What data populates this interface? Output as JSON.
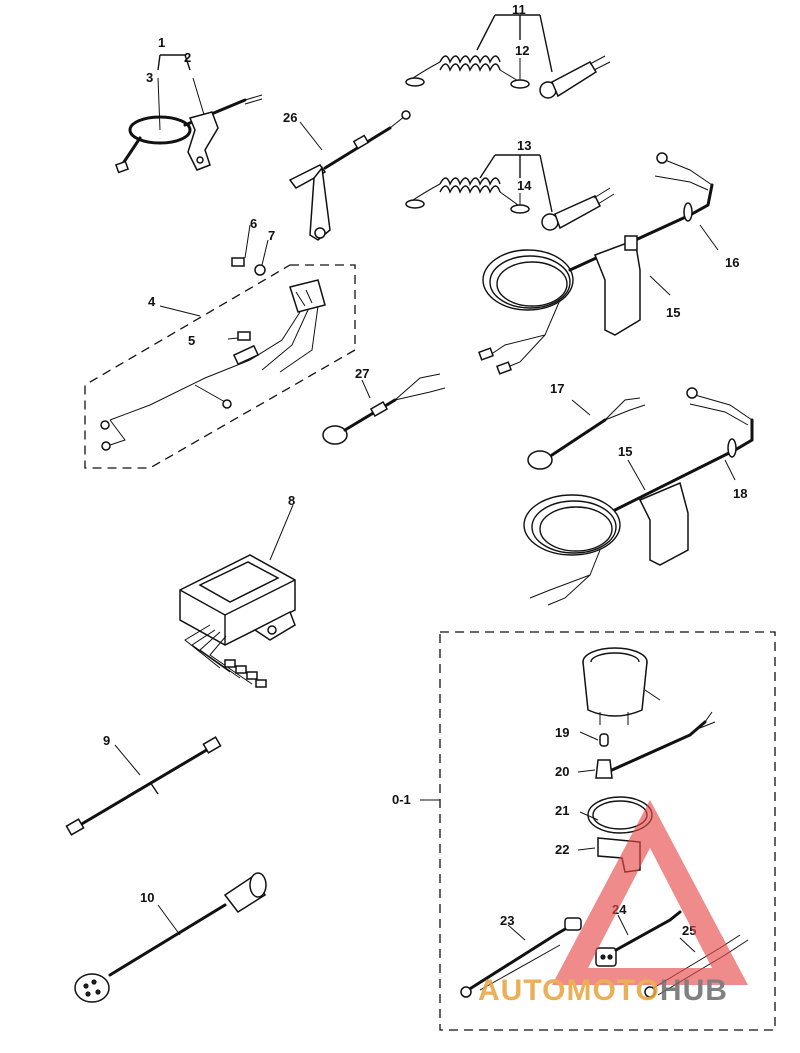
{
  "callouts": [
    "1",
    "2",
    "3",
    "4",
    "5",
    "6",
    "7",
    "8",
    "9",
    "10",
    "11",
    "12",
    "13",
    "14",
    "15",
    "16",
    "17",
    "18",
    "19",
    "20",
    "21",
    "22",
    "23",
    "24",
    "25",
    "26",
    "27"
  ],
  "callout_15b": "15",
  "group_label": "0-1",
  "watermark": {
    "text_a": "AUTOMOTO",
    "text_b": "HUB",
    "color_a": "#e8a23a",
    "color_b": "#6b6b6b",
    "triangle_color": "#e84a4a"
  }
}
